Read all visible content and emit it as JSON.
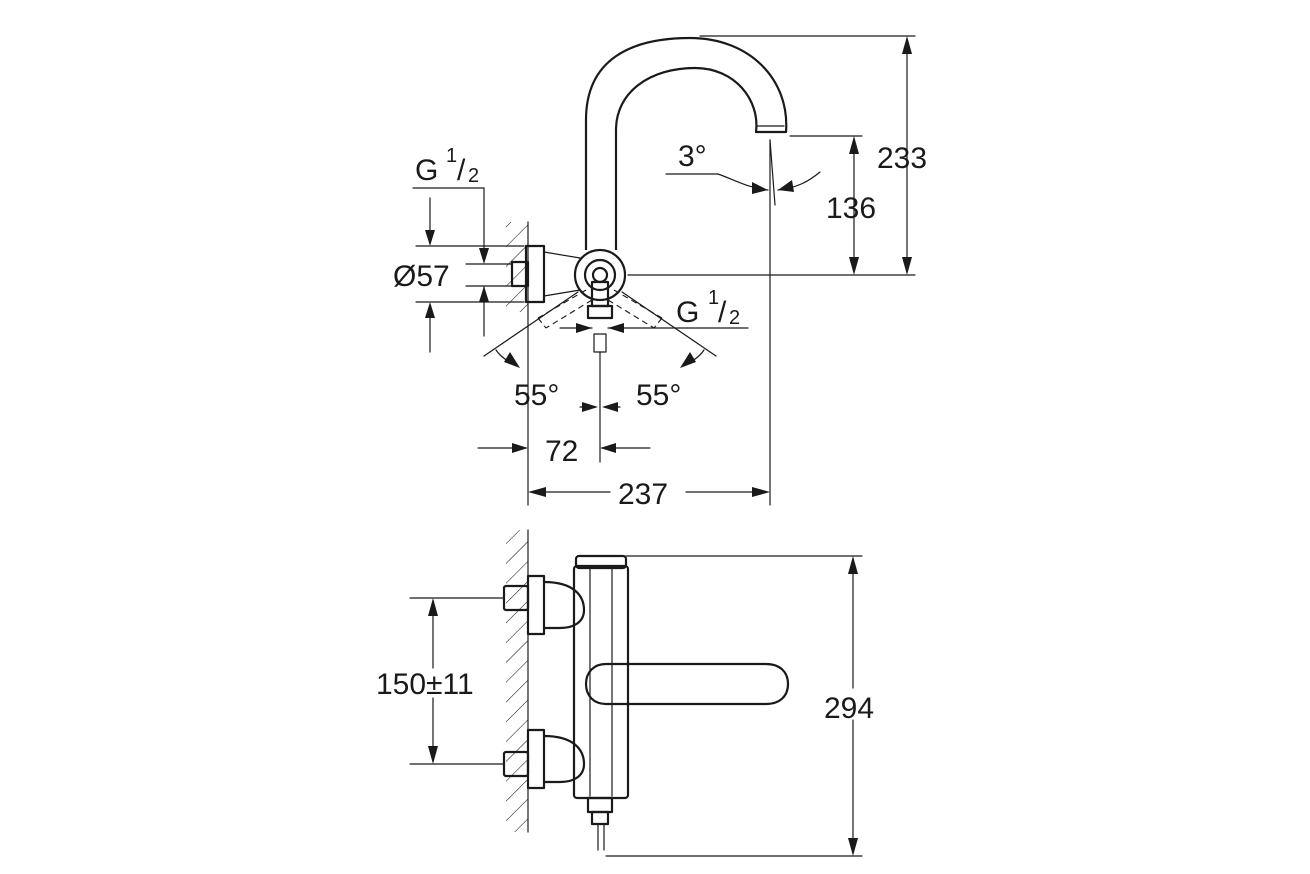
{
  "top_view": {
    "dim_total_height": "233",
    "dim_outlet_height": "136",
    "dim_spout_angle": "3°",
    "dim_flange_diameter": "Ø57",
    "dim_inlet_thread_prefix": "G",
    "dim_inlet_thread_num": "1",
    "dim_inlet_thread_den": "2",
    "dim_outlet_thread_prefix": "G",
    "dim_outlet_thread_num": "1",
    "dim_outlet_thread_den": "2",
    "dim_angle_left": "55°",
    "dim_angle_right": "55°",
    "dim_offset": "72",
    "dim_projection": "237"
  },
  "front_view": {
    "dim_inlet_spacing": "150±11",
    "dim_total_height": "294"
  }
}
